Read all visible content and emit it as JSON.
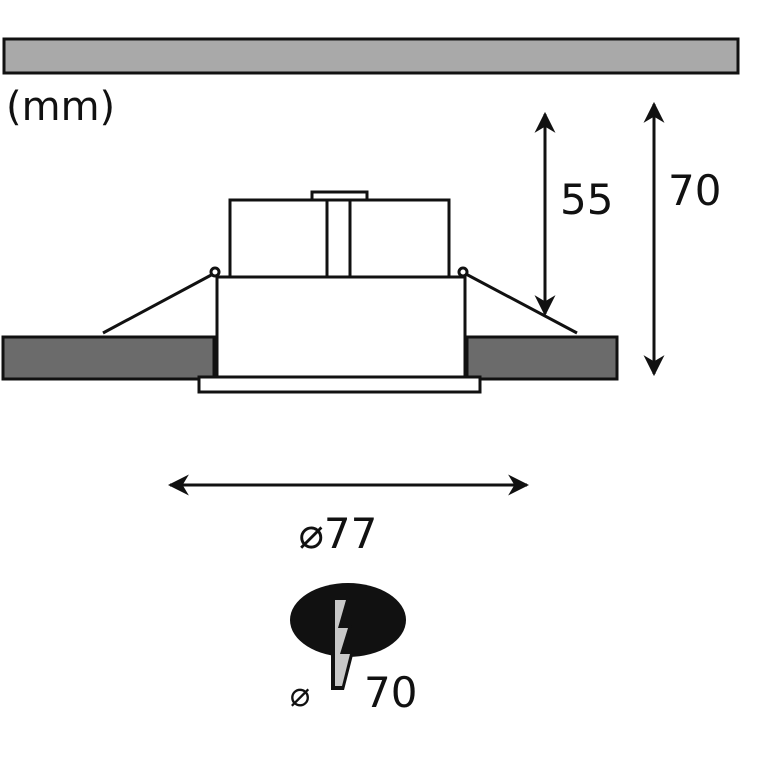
{
  "unit_label": "(mm)",
  "dimensions": {
    "fixture_height": "55",
    "total_height": "70",
    "outer_diameter": "⌀77",
    "cutout_symbol": "⌀",
    "cutout_diameter": "70"
  },
  "colors": {
    "ceiling": "#a9a9a9",
    "slab": "#6b6b6b",
    "line": "#111111",
    "drill": "#c8c8c8"
  }
}
